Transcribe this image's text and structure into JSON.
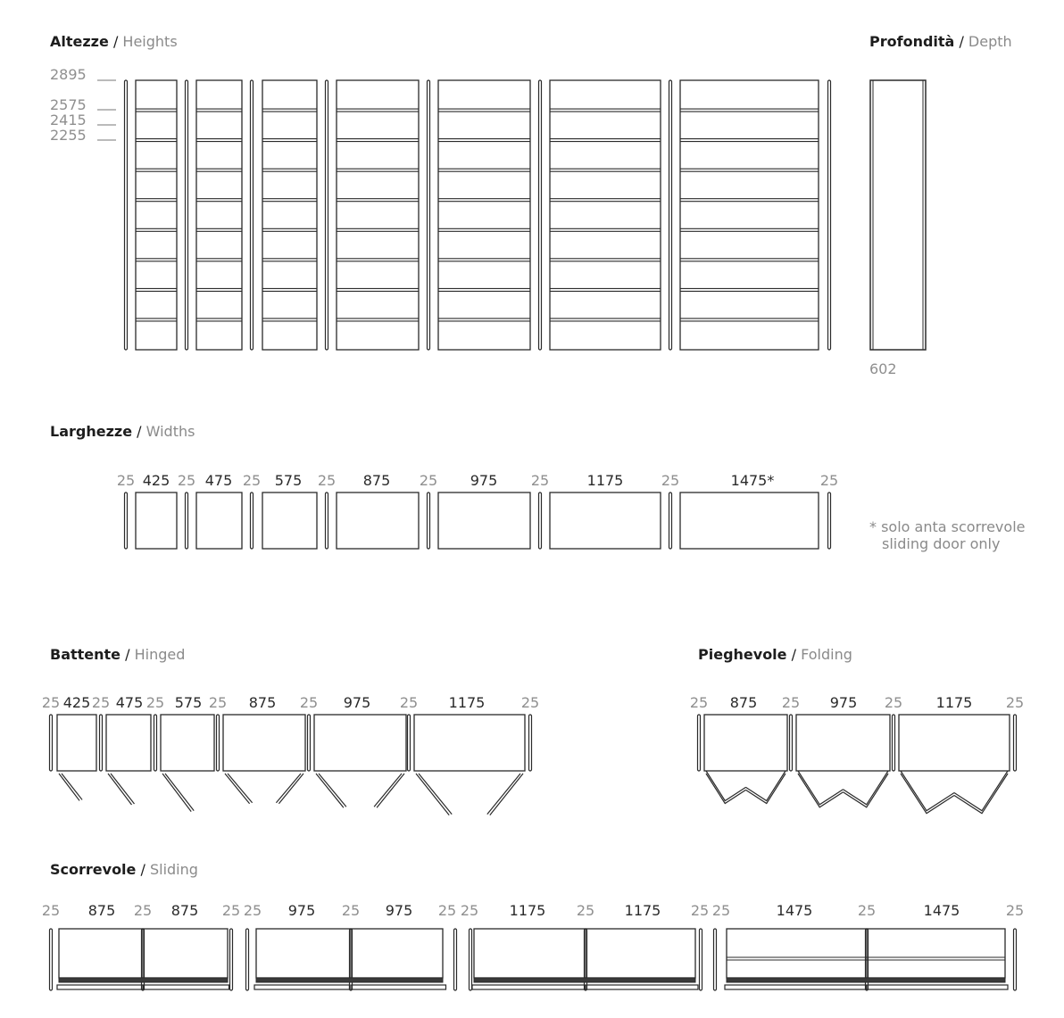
{
  "sections": {
    "heights": {
      "it": "Altezze",
      "en": "Heights"
    },
    "depth": {
      "it": "Profondità",
      "en": "Depth"
    },
    "widths": {
      "it": "Larghezze",
      "en": "Widths"
    },
    "hinged": {
      "it": "Battente",
      "en": "Hinged"
    },
    "folding": {
      "it": "Pieghevole",
      "en": "Folding"
    },
    "sliding": {
      "it": "Scorrevole",
      "en": "Sliding"
    }
  },
  "separator": "/",
  "heights_values": [
    "2895",
    "2575",
    "2415",
    "2255"
  ],
  "depth_value": "602",
  "widths_labels": [
    "25",
    "425",
    "25",
    "475",
    "25",
    "575",
    "25",
    "875",
    "25",
    "975",
    "25",
    "1175",
    "25",
    "1475*",
    "25"
  ],
  "note": {
    "line1": "* solo anta scorrevole",
    "line2": "sliding door only"
  },
  "hinged_labels": [
    "25",
    "425",
    "25",
    "475",
    "25",
    "575",
    "25",
    "875",
    "25",
    "975",
    "25",
    "1175",
    "25"
  ],
  "folding_labels": [
    "25",
    "875",
    "25",
    "975",
    "25",
    "1175",
    "25"
  ],
  "sliding_labels": [
    "25",
    "875",
    "25",
    "875",
    "25",
    "25",
    "975",
    "25",
    "975",
    "25",
    "25",
    "1175",
    "25",
    "1175",
    "25",
    "25",
    "1475",
    "25",
    "1475",
    "25"
  ],
  "colors": {
    "line": "#2a2a2a",
    "muted": "#8f8f8f",
    "text": "#1d1d1d"
  }
}
